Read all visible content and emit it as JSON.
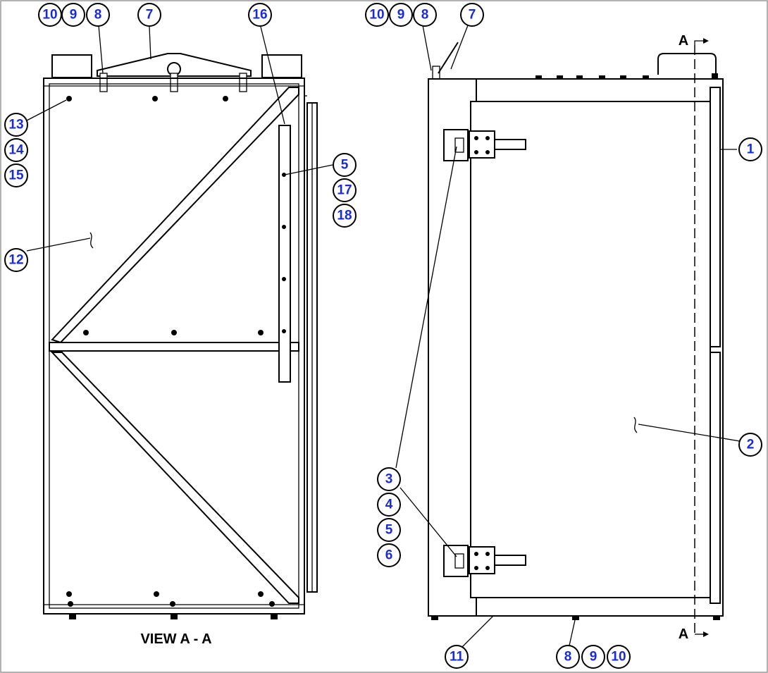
{
  "view_label": "VIEW A - A",
  "section_markers": {
    "top": "A",
    "bottom": "A"
  },
  "callouts": {
    "left_top_10": "10",
    "left_top_9": "9",
    "left_top_8": "8",
    "left_top_7": "7",
    "left_16": "16",
    "left_13": "13",
    "left_14": "14",
    "left_15": "15",
    "left_5": "5",
    "left_17": "17",
    "left_18": "18",
    "left_12": "12",
    "right_top_10": "10",
    "right_top_9": "9",
    "right_top_8": "8",
    "right_top_7": "7",
    "right_1": "1",
    "right_2": "2",
    "right_3": "3",
    "right_4": "4",
    "right_5": "5",
    "right_6": "6",
    "right_11": "11",
    "right_bottom_8": "8",
    "right_bottom_9": "9",
    "right_bottom_10": "10"
  }
}
